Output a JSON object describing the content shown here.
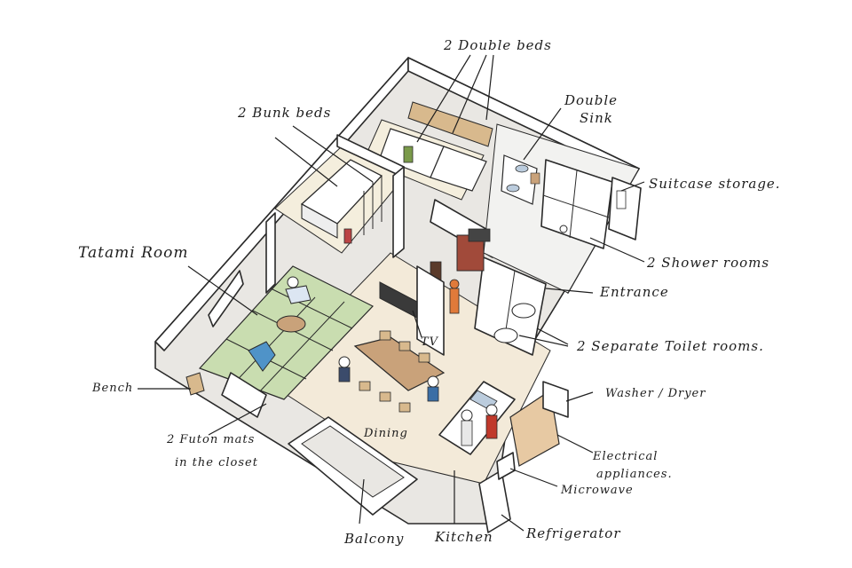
{
  "labels": {
    "double_beds": "2 Double beds",
    "bunk_beds": "2 Bunk beds",
    "double_sink": "Double\nSink",
    "double_sink_l1": "Double",
    "double_sink_l2": "Sink",
    "suitcase_storage": "Suitcase storage.",
    "shower_rooms": "2 Shower rooms",
    "tatami_room": "Tatami Room",
    "entrance": "Entrance",
    "tv": "TV",
    "toilet_rooms": "2 Separate Toilet rooms.",
    "bench": "Bench",
    "washer_dryer": "Washer / Dryer",
    "futon_l1": "2 Futon mats",
    "futon_l2": "in the closet",
    "dining": "Dining",
    "electrical_l1": "Electrical",
    "electrical_l2": "appliances.",
    "microwave": "Microwave",
    "balcony": "Balcony",
    "kitchen": "Kitchen",
    "refrigerator": "Refrigerator"
  },
  "colors": {
    "tatami_green": "#c9ddb0",
    "floor_wood": "#f3ead9",
    "cabinet_wood": "#e7c9a3",
    "bed_wood": "#d8b98d",
    "wall_line": "#2a2a2a",
    "dining_table": "#c9a27a",
    "blue_cushion": "#4f93c8"
  }
}
